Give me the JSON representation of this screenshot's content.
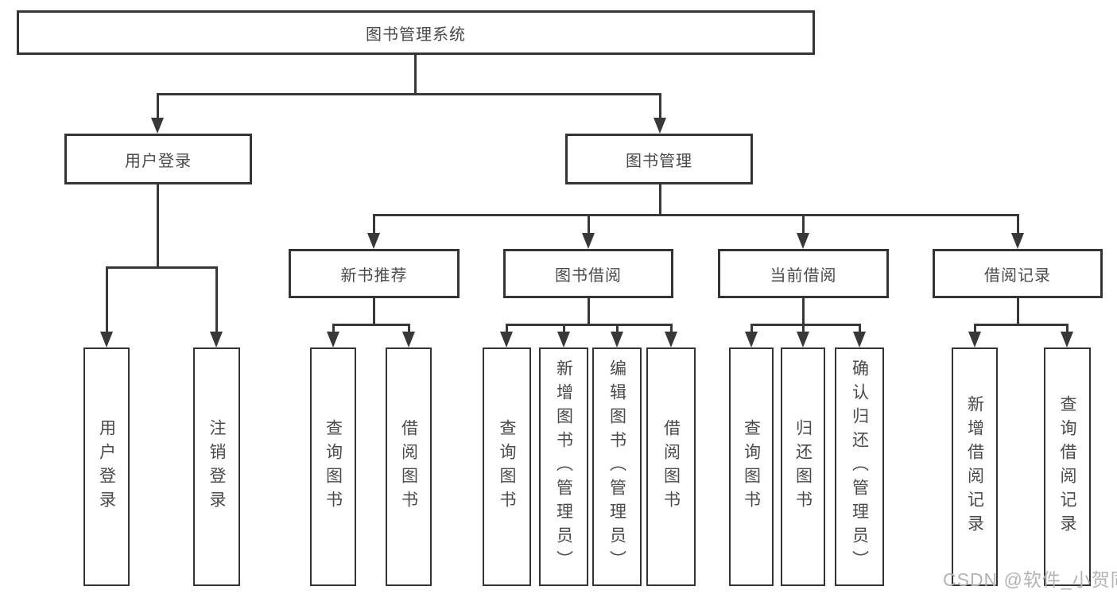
{
  "diagram": {
    "type": "hierarchy-tree",
    "title": "图书管理系统",
    "colors": {
      "line": "#383838",
      "box_border": "#343434",
      "box_fill": "#ffffff",
      "text": "#4a4a4a",
      "watermark": "#b3b3b3",
      "background": "#ffffff"
    }
  },
  "watermark": {
    "text": "CSDN @软件_小贺同学"
  },
  "tree": {
    "root": {
      "label": "图书管理系统",
      "children": [
        "user_login",
        "book_mgmt"
      ]
    },
    "user_login": {
      "label": "用户登录",
      "children": [
        "login",
        "logout"
      ]
    },
    "book_mgmt": {
      "label": "图书管理",
      "children": [
        "new_books",
        "book_borrow",
        "current_borrow",
        "borrow_records"
      ]
    },
    "new_books": {
      "label": "新书推荐",
      "children": [
        "nb_query",
        "nb_borrow"
      ]
    },
    "book_borrow": {
      "label": "图书借阅",
      "children": [
        "bb_query",
        "bb_add",
        "bb_edit",
        "bb_borrow"
      ]
    },
    "current_borrow": {
      "label": "当前借阅",
      "children": [
        "cb_query",
        "cb_return",
        "cb_confirm"
      ]
    },
    "borrow_records": {
      "label": "借阅记录",
      "children": [
        "br_add",
        "br_query"
      ]
    },
    "login": {
      "label": "用户登录"
    },
    "logout": {
      "label": "注销登录"
    },
    "nb_query": {
      "label": "查询图书"
    },
    "nb_borrow": {
      "label": "借阅图书"
    },
    "bb_query": {
      "label": "查询图书"
    },
    "bb_add": {
      "label": "新增图书（管理员）"
    },
    "bb_edit": {
      "label": "编辑图书（管理员）"
    },
    "bb_borrow": {
      "label": "借阅图书"
    },
    "cb_query": {
      "label": "查询图书"
    },
    "cb_return": {
      "label": "归还图书"
    },
    "cb_confirm": {
      "label": "确认归还（管理员）"
    },
    "br_add": {
      "label": "新增借阅记录"
    },
    "br_query": {
      "label": "查询借阅记录"
    }
  }
}
